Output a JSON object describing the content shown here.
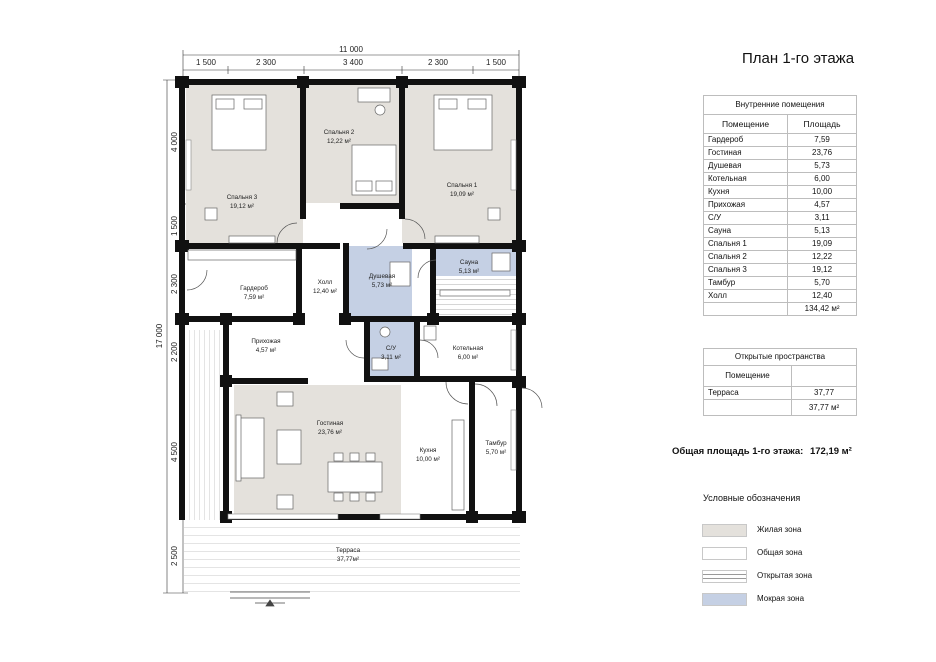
{
  "page_title": "План 1-го этажа",
  "dimensions": {
    "overall_width": "11 000",
    "top": [
      "1 500",
      "2 300",
      "3 400",
      "2 300",
      "1 500"
    ],
    "left": [
      "4 000",
      "1 500",
      "2 300",
      "2 200",
      "4 500",
      "2 500"
    ],
    "overall_height": "17 000"
  },
  "rooms": [
    {
      "name": "Спальня 3",
      "area": "19,12 м²"
    },
    {
      "name": "Спальня 2",
      "area": "12,22 м²"
    },
    {
      "name": "Спальня 1",
      "area": "19,09 м²"
    },
    {
      "name": "Гардероб",
      "area": "7,59 м²"
    },
    {
      "name": "Холл",
      "area": "12,40 м²"
    },
    {
      "name": "Душевая",
      "area": "5,73 м²"
    },
    {
      "name": "Сауна",
      "area": "5,13 м²"
    },
    {
      "name": "Прихожая",
      "area": "4,57 м²"
    },
    {
      "name": "С/У",
      "area": "3,11 м²"
    },
    {
      "name": "Котельная",
      "area": "6,00 м²"
    },
    {
      "name": "Гостиная",
      "area": "23,76 м²"
    },
    {
      "name": "Кухня",
      "area": "10,00 м²"
    },
    {
      "name": "Тамбур",
      "area": "5,70 м²"
    },
    {
      "name": "Терраса",
      "area": "37,77м²"
    }
  ],
  "interior_table": {
    "caption": "Внутренние помещения",
    "col_room": "Помещение",
    "col_area": "Площадь",
    "rows": [
      [
        "Гардероб",
        "7,59"
      ],
      [
        "Гостиная",
        "23,76"
      ],
      [
        "Душевая",
        "5,73"
      ],
      [
        "Котельная",
        "6,00"
      ],
      [
        "Кухня",
        "10,00"
      ],
      [
        "Прихожая",
        "4,57"
      ],
      [
        "С/У",
        "3,11"
      ],
      [
        "Сауна",
        "5,13"
      ],
      [
        "Спальня 1",
        "19,09"
      ],
      [
        "Спальня 2",
        "12,22"
      ],
      [
        "Спальня 3",
        "19,12"
      ],
      [
        "Тамбур",
        "5,70"
      ],
      [
        "Холл",
        "12,40"
      ]
    ],
    "total": "134,42 м²"
  },
  "open_table": {
    "caption": "Открытые пространства",
    "col_room": "Помещение",
    "rows": [
      [
        "Терраса",
        "37,77"
      ]
    ],
    "total": "37,77 м²"
  },
  "total_area": {
    "label": "Общая площадь 1-го этажа:",
    "value": "172,19 м²"
  },
  "legend": {
    "title": "Условные обозначения",
    "items": [
      {
        "label": "Жилая зона",
        "color": "#e4e1dc",
        "pattern": "solid"
      },
      {
        "label": "Общая зона",
        "color": "#ffffff",
        "pattern": "solid"
      },
      {
        "label": "Открытая зона",
        "color": "#ffffff",
        "pattern": "stripes"
      },
      {
        "label": "Мокрая зона",
        "color": "#c5d0e4",
        "pattern": "solid"
      }
    ]
  },
  "colors": {
    "living": "#e4e1dc",
    "wet": "#c5d0e4",
    "wall": "#111111"
  }
}
